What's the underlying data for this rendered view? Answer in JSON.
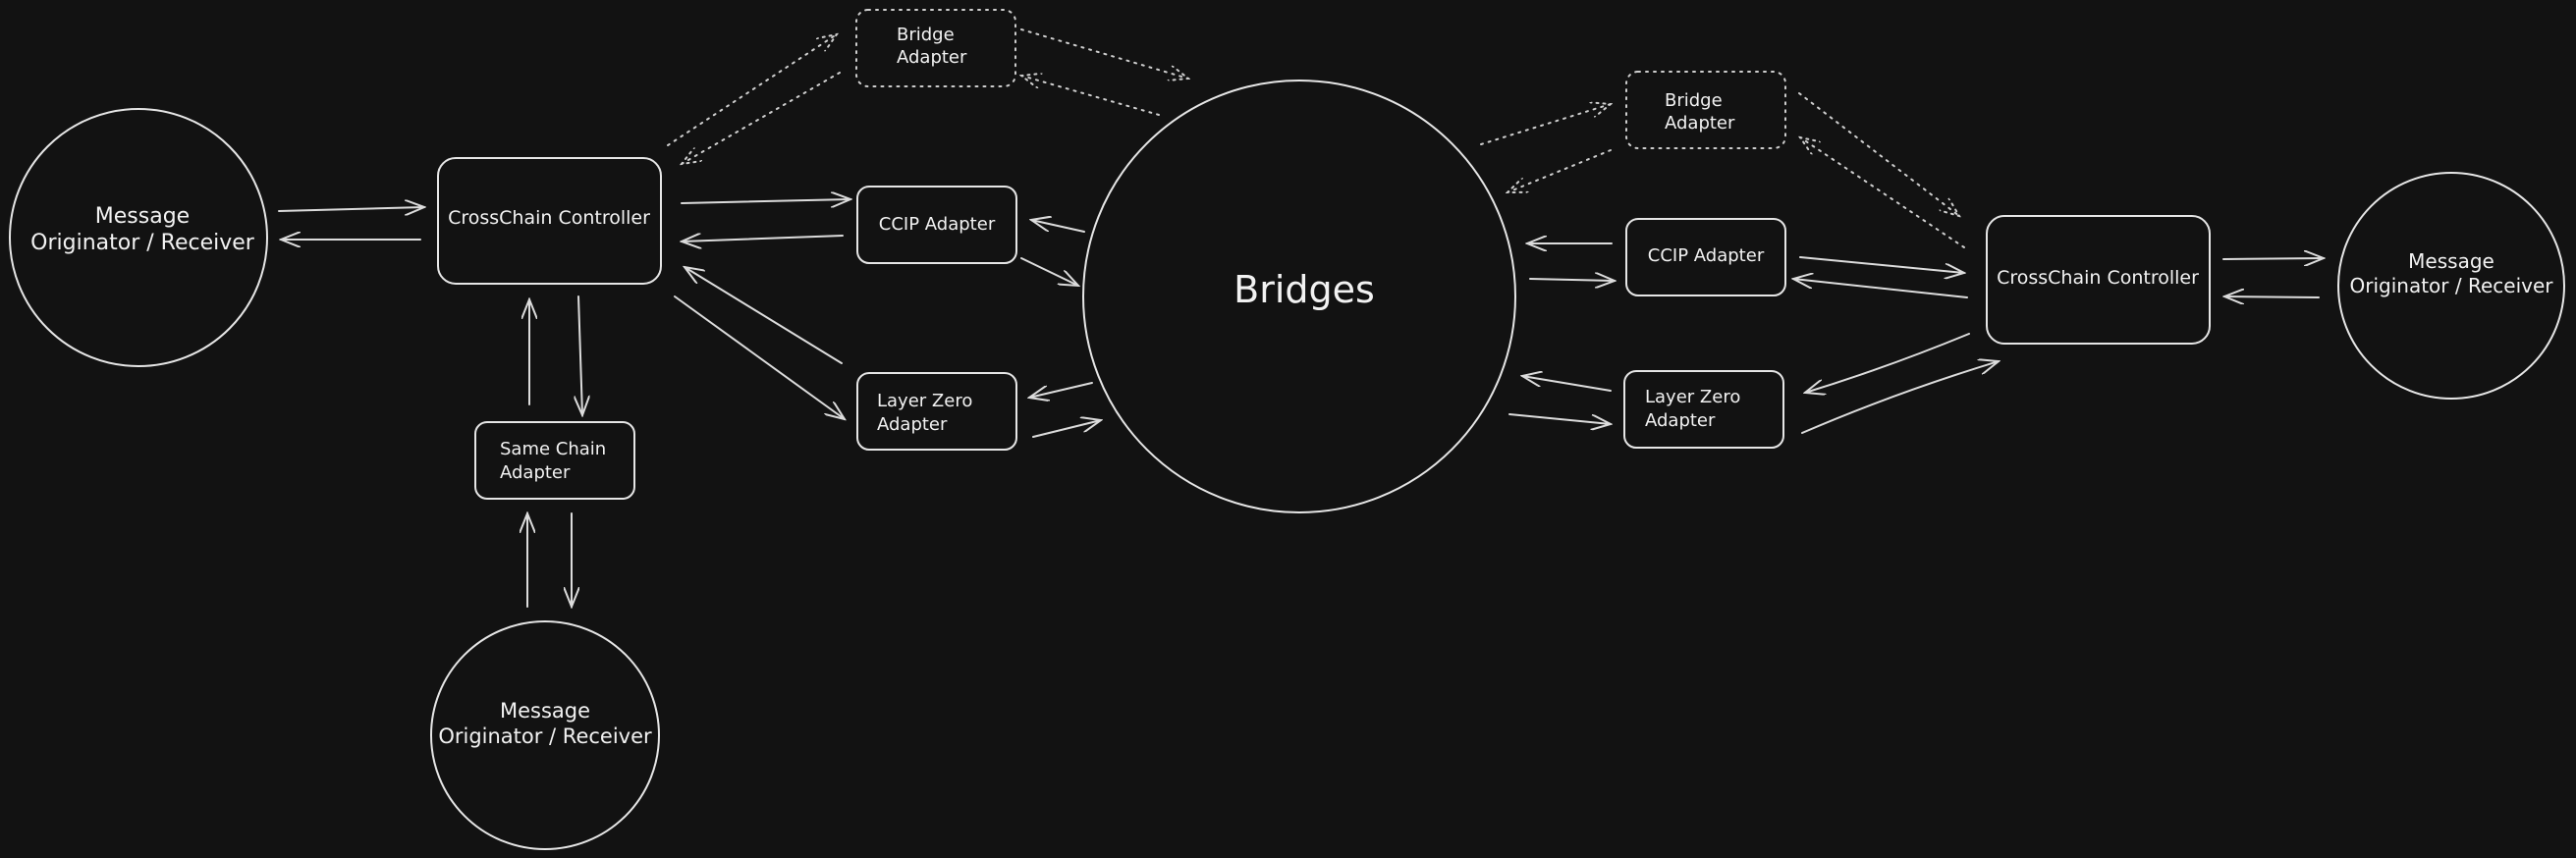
{
  "colors": {
    "background": "#121212",
    "stroke": "#e6e6e6",
    "text": "#f2f2f2"
  },
  "nodes": {
    "left_originator": {
      "line1": "Message",
      "line2": "Originator / Receiver"
    },
    "bottom_originator": {
      "line1": "Message",
      "line2": "Originator / Receiver"
    },
    "right_originator": {
      "line1": "Message",
      "line2": "Originator / Receiver"
    },
    "left_controller": {
      "label": "CrossChain Controller"
    },
    "right_controller": {
      "label": "CrossChain Controller"
    },
    "same_chain_adapter": {
      "line1": "Same Chain",
      "line2": "Adapter"
    },
    "left_bridge_adapter": {
      "line1": "Bridge",
      "line2": "Adapter"
    },
    "right_bridge_adapter": {
      "line1": "Bridge",
      "line2": "Adapter"
    },
    "left_ccip_adapter": {
      "label": "CCIP Adapter"
    },
    "right_ccip_adapter": {
      "label": "CCIP Adapter"
    },
    "left_layerzero_adapter": {
      "line1": "Layer Zero",
      "line2": "Adapter"
    },
    "right_layerzero_adapter": {
      "line1": "Layer Zero",
      "line2": "Adapter"
    },
    "bridges": {
      "label": "Bridges"
    }
  }
}
